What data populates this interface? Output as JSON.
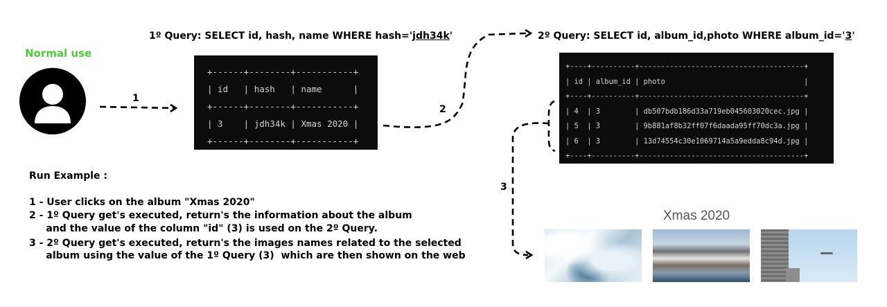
{
  "user": {
    "label": "Normal use"
  },
  "query1": {
    "prefix": "1º Query: SELECT id, hash, name WHERE hash='",
    "value": "jdh34k",
    "suffix": "'"
  },
  "query2": {
    "prefix": "2º Query: SELECT id, album_id,photo WHERE album_id='",
    "value": "3",
    "suffix": "'"
  },
  "table1": {
    "text": "+------+--------+-----------+\n| id   | hash   | name      |\n+------+--------+-----------+\n| 3    | jdh34k | Xmas 2020 |\n+------+--------+-----------+"
  },
  "table2": {
    "text": "+----+----------+--------------------------------------+\n| id | album_id | photo                                |\n+----+----------+--------------------------------------+\n| 4  | 3        | db507bdb186d33a719eb045603020cec.jpg |\n| 5  | 3        | 9b881af8b32ff07f6daada95ff70dc3a.jpg |\n| 6  | 3        | 13d74554c30e1069714a5a9edda8c94d.jpg |\n+----+----------+--------------------------------------+"
  },
  "steps": {
    "s1": "1",
    "s2": "2",
    "s3": "3"
  },
  "run_example": {
    "title": "Run Example :",
    "lines": [
      "1 - User clicks on the album \"Xmas 2020\"",
      "2 - 1º Query get's executed, return's the information about the album",
      "     and the value of the column \"id\" (3) is used on the 2º Query.",
      "3 - 2º Query get's executed, return's the images names related to the selected",
      "     album using the value of the 1º Query (3)  which are then shown on the web"
    ]
  },
  "album": {
    "title": "Xmas 2020"
  }
}
